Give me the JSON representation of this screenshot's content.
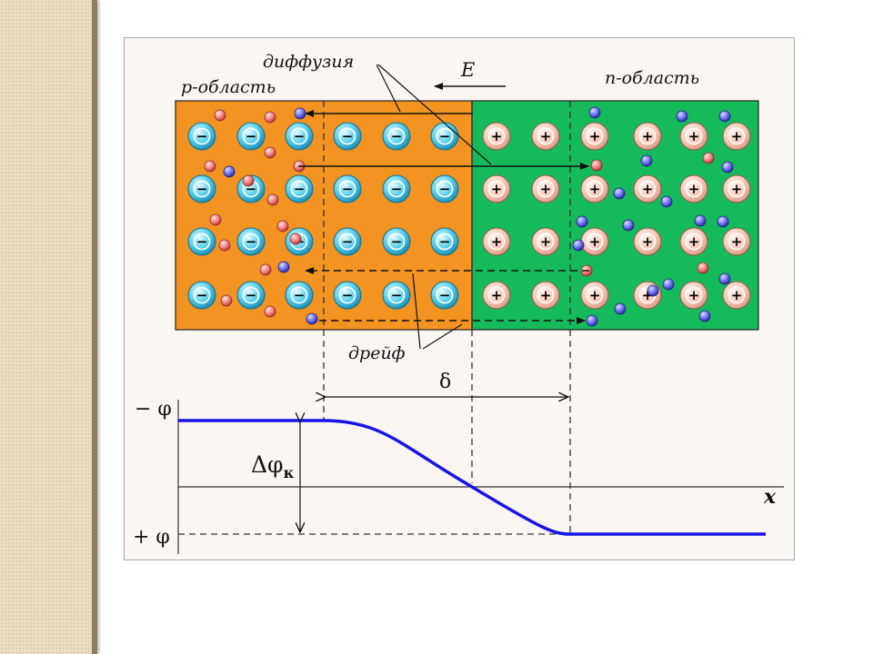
{
  "labels": {
    "p_region": "p-область",
    "n_region": "n-область",
    "diffusion": "диффузия",
    "drift": "дрейф",
    "field": "E",
    "width": "δ",
    "minus_phi": "− φ",
    "plus_phi": "+ φ",
    "delta_phi": "Δφ",
    "delta_phi_sub": "к",
    "x_axis": "x"
  },
  "ion_symbols": {
    "acceptor": "−",
    "donor": "+"
  },
  "colors": {
    "p_region": "#f39321",
    "n_region": "#15bb5a",
    "acceptor_ion": "#5fd3ef",
    "donor_ion": "#fccaba",
    "electron": "#6d6ff2",
    "hole": "#f47e7e",
    "potential_curve": "#1515e6"
  }
}
